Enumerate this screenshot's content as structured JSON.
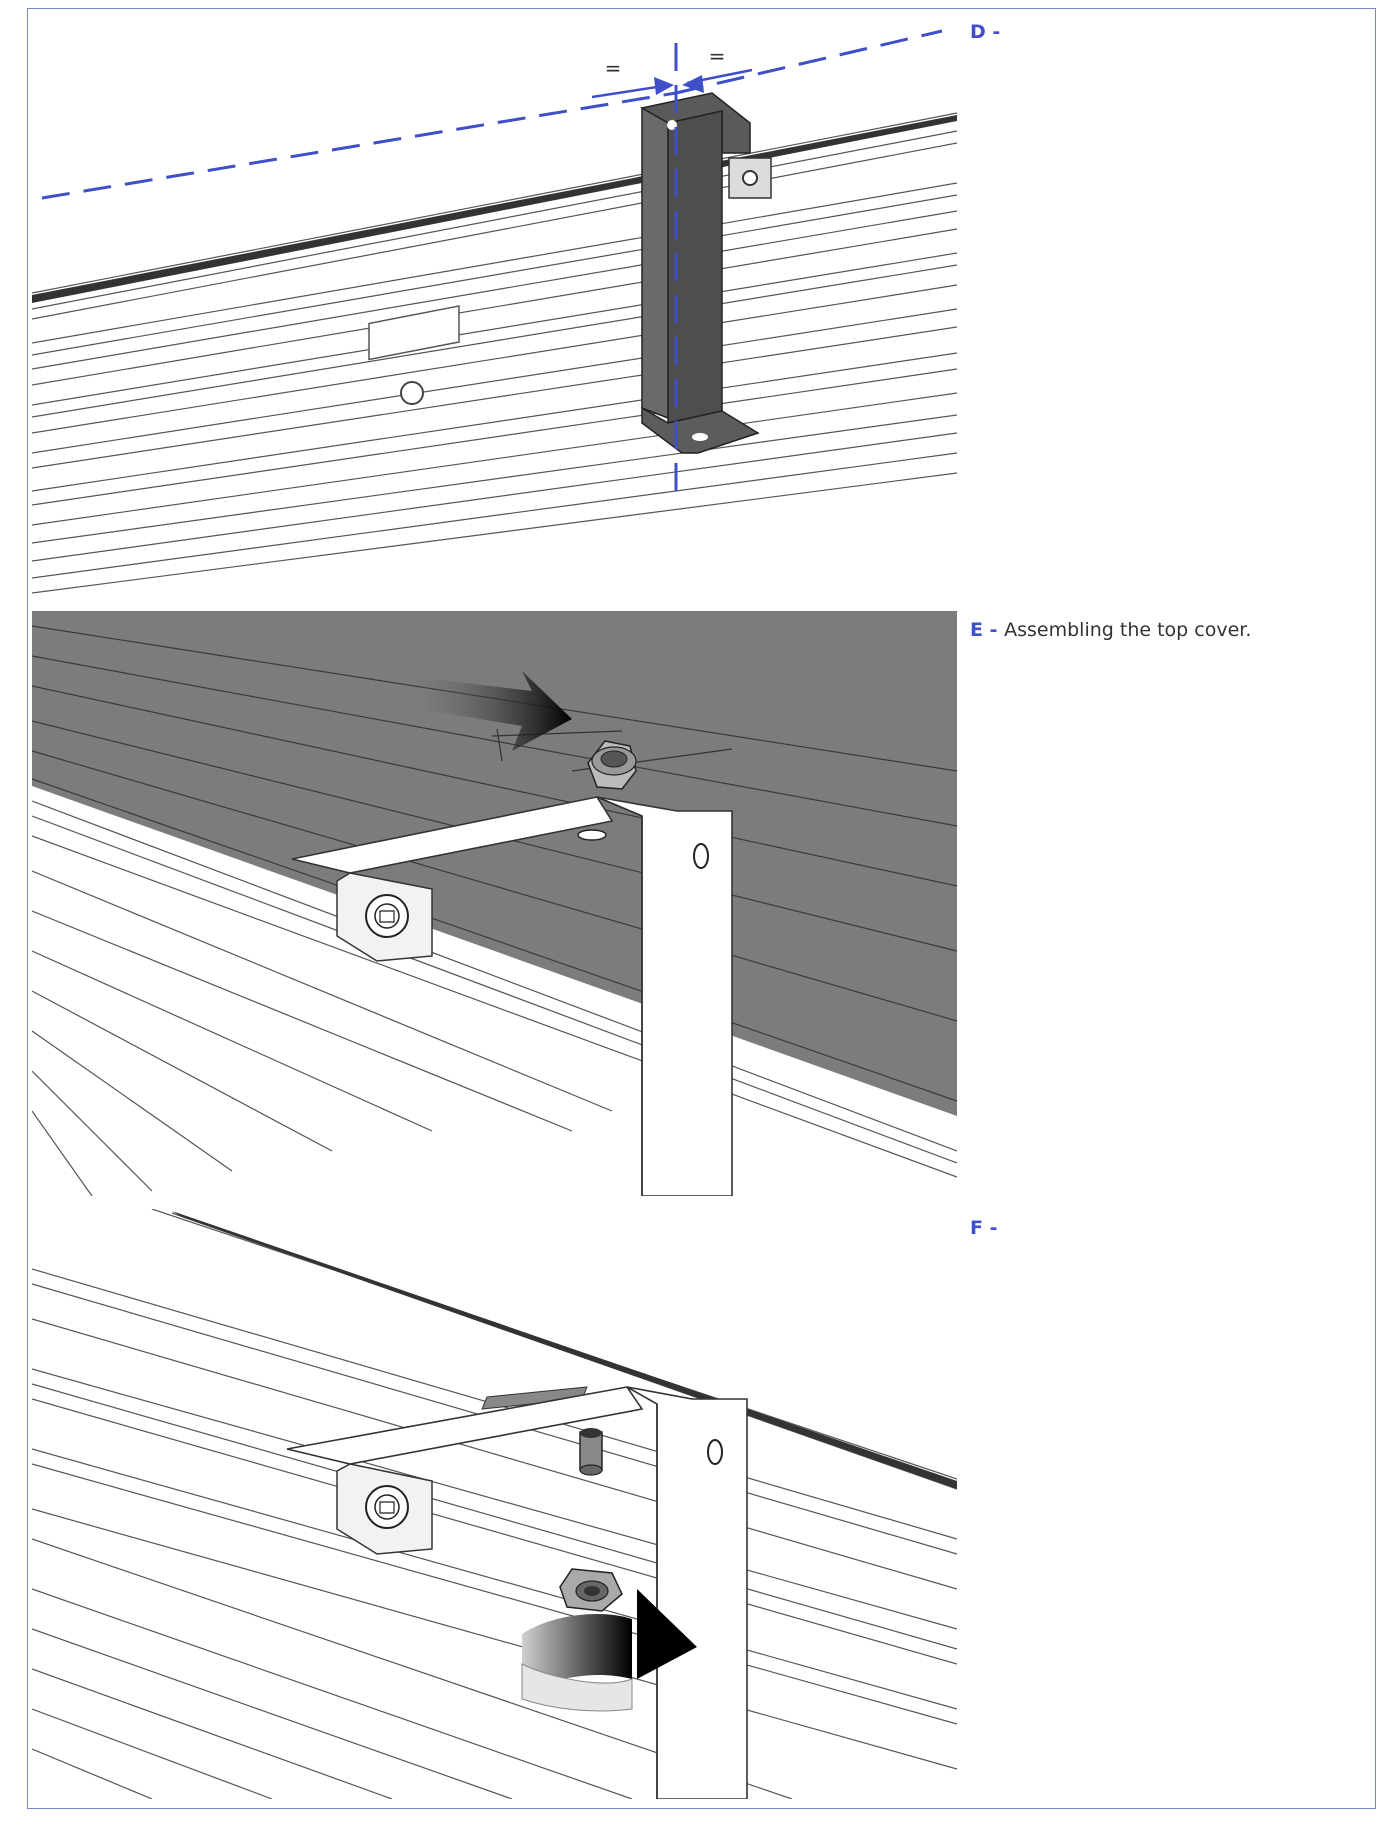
{
  "steps": [
    {
      "letter": "D",
      "separator": " -",
      "text": "",
      "marks": {
        "left": "=",
        "right": "="
      }
    },
    {
      "letter": "E",
      "separator": " - ",
      "text": "Assembling the top cover."
    },
    {
      "letter": "F",
      "separator": " -",
      "text": ""
    }
  ],
  "colors": {
    "accent": "#3f4fc9",
    "border": "#7b86c9",
    "cover": "#7c7c7c",
    "bracket": "#444444"
  }
}
